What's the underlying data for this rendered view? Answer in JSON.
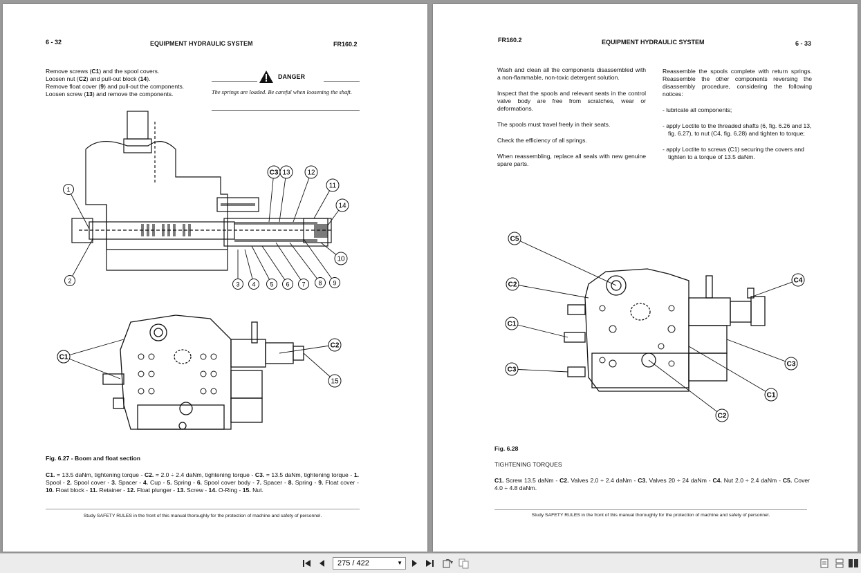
{
  "left_page": {
    "page_no": "6 - 32",
    "title": "EQUIPMENT HYDRAULIC SYSTEM",
    "model": "FR160.2",
    "instructions": [
      [
        "Remove screws (",
        "C1",
        ") and the spool covers."
      ],
      [
        "Loosen nut (",
        "C2",
        ") and pull-out block (",
        "14",
        ")."
      ],
      [
        "Remove float cover (",
        "9",
        ") and pull-out the components."
      ],
      [
        "Loosen screw (",
        "13",
        ") and remove the components."
      ]
    ],
    "danger_label": "DANGER",
    "danger_text": "The springs are loaded. Be careful when loosening the shaft.",
    "section_callouts": [
      "C3",
      "13",
      "12",
      "11",
      "14",
      "10",
      "1",
      "2",
      "3",
      "4",
      "5",
      "6",
      "7",
      "8",
      "9"
    ],
    "top_view_callouts": [
      "C1",
      "C1",
      "C2",
      "15"
    ],
    "fig_caption": "Fig. 6.27 - Boom and float section",
    "legend": [
      {
        "key": "C1.",
        "text": " = 13.5 daNm, tightening torque - "
      },
      {
        "key": "C2.",
        "text": " = 2.0 ÷ 2.4 daNm, tightening torque - "
      },
      {
        "key": "C3.",
        "text": " = 13.5 daNm, tightening torque - "
      },
      {
        "key": "1.",
        "text": " Spool - "
      },
      {
        "key": "2.",
        "text": " Spool cover - "
      },
      {
        "key": "3.",
        "text": " Spacer - "
      },
      {
        "key": "4.",
        "text": " Cup - "
      },
      {
        "key": "5.",
        "text": " Spring - "
      },
      {
        "key": "6.",
        "text": " Spool cover body - "
      },
      {
        "key": "7.",
        "text": " Spacer - "
      },
      {
        "key": "8.",
        "text": " Spring - "
      },
      {
        "key": "9.",
        "text": " Float cover - "
      },
      {
        "key": "10.",
        "text": " Float block - "
      },
      {
        "key": "11.",
        "text": " Retainer - "
      },
      {
        "key": "12.",
        "text": " Float plunger - "
      },
      {
        "key": "13.",
        "text": " Screw - "
      },
      {
        "key": "14.",
        "text": " O-Ring - "
      },
      {
        "key": "15.",
        "text": " Nut."
      }
    ],
    "footer": "Study SAFETY RULES in the front of this manual thoroughly for the protection of machine and safety of personnel."
  },
  "right_page": {
    "page_no": "6 - 33",
    "title": "EQUIPMENT HYDRAULIC SYSTEM",
    "model": "FR160.2",
    "col1": [
      "Wash and clean all the components disassembled with a non-flammable, non-toxic detergent solution.",
      "Inspect that the spools and relevant seats in the control valve body are free from scratches, wear or deformations.",
      "The spools must travel freely in their seats.",
      "Check the efficiency of all springs.",
      "When reassembling, replace all seals with new genuine spare parts."
    ],
    "col2_intro": "Reassemble the spools complete with return springs. Reassemble the other components reversing the disassembly procedure, considering the following notices:",
    "col2_items": [
      "lubricate all components;",
      "apply Loctite to the threaded shafts (6, fig. 6.26 and 13, fig. 6.27), to nut (C4, fig. 6.28) and tighten to torque;",
      "apply Loctite to screws (C1) securing the covers and tighten to a torque of 13.5 daNm."
    ],
    "callouts": [
      "C5",
      "C2",
      "C1",
      "C3",
      "C4",
      "C3",
      "C1",
      "C2"
    ],
    "fig_caption": "Fig. 6.28",
    "torques_heading": "TIGHTENING TORQUES",
    "torques": [
      {
        "key": "C1.",
        "text": " Screw 13.5 daNm - "
      },
      {
        "key": "C2.",
        "text": " Valves 2.0 ÷ 2.4 daNm - "
      },
      {
        "key": "C3.",
        "text": " Valves 20 ÷ 24 daNm - "
      },
      {
        "key": "C4.",
        "text": " Nut 2.0 ÷ 2.4 daNm - "
      },
      {
        "key": "C5.",
        "text": " Cover 4.0 ÷ 4.8 daNm."
      }
    ],
    "footer": "Study SAFETY RULES in the front of this manual thoroughly for the protection of machine and safety of personnel."
  },
  "toolbar": {
    "page_indicator": "275 / 422",
    "icons": [
      "first-page-icon",
      "prev-page-icon",
      "next-page-icon",
      "last-page-icon",
      "rotate-icon",
      "dual-page-icon",
      "single-page-view-icon",
      "continuous-view-icon",
      "facing-view-icon"
    ]
  },
  "colors": {
    "background": "#9a9a9a",
    "page": "#ffffff",
    "toolbar": "#ececec",
    "ink": "#111111"
  }
}
